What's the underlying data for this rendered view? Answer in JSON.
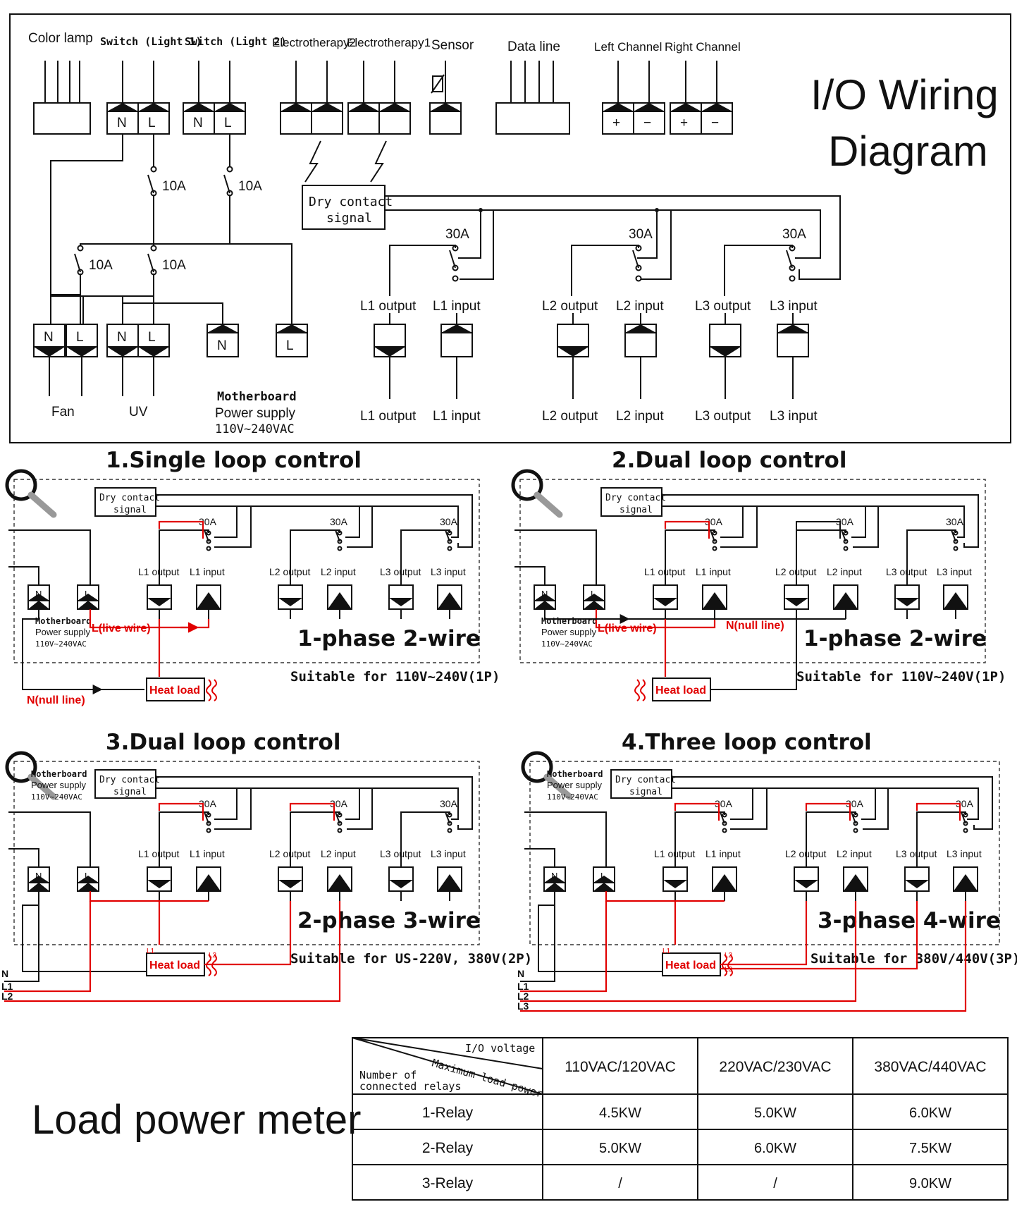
{
  "top": {
    "title_line1": "I/O Wiring",
    "title_line2": "Diagram",
    "labels": {
      "color_lamp": "Color lamp",
      "switch1": "Switch (Light 1)",
      "switch2": "Switch (Light 2)",
      "electro2": "Electrotherapy2",
      "electro1": "Electrotherapy1",
      "sensor": "Sensor",
      "data_line": "Data line",
      "left_channel": "Left Channel",
      "right_channel": "Right Channel",
      "dry_contact_1": "Dry contact",
      "dry_contact_2": "signal",
      "fan": "Fan",
      "uv": "UV",
      "mb1": "Motherboard",
      "mb2": "Power supply",
      "mb3": "110V~240VAC",
      "amp10": "10A",
      "amp30": "30A",
      "n": "N",
      "l": "L",
      "plus": "+",
      "minus": "−",
      "l1_output": "L1 output",
      "l1_input": "L1 input",
      "l2_output": "L2 output",
      "l2_input": "L2 input",
      "l3_output": "L3 output",
      "l3_input": "L3 input"
    }
  },
  "panels": [
    {
      "title": "1.Single loop control",
      "phase": "1-phase 2-wire",
      "suitable": "Suitable for 110V~240V(1P)"
    },
    {
      "title": "2.Dual loop control",
      "phase": "1-phase 2-wire",
      "suitable": "Suitable for 110V~240V(1P)"
    },
    {
      "title": "3.Dual loop control",
      "phase": "2-phase 3-wire",
      "suitable": "Suitable for US-220V, 380V(2P)"
    },
    {
      "title": "4.Three loop control",
      "phase": "3-phase 4-wire",
      "suitable": "Suitable for 380V/440V(3P)"
    }
  ],
  "panel_labels": {
    "live_wire": "L(live wire)",
    "null_line": "N(null line)",
    "heat_load": "Heat load",
    "dry1": "Dry contact",
    "dry2": "signal",
    "mb1": "Motherboard",
    "mb2": "Power supply",
    "mb3": "110V~240VAC",
    "amp30": "30A",
    "n": "N",
    "l": "L",
    "w_n": "N",
    "w_l1": "L1",
    "w_l2": "L2",
    "w_l3": "L3",
    "l1o": "L1 output",
    "l1i": "L1 input",
    "l2o": "L2 output",
    "l2i": "L2 input",
    "l3o": "L3 output",
    "l3i": "L3 input"
  },
  "load_meter": {
    "title": "Load power meter",
    "header_io": "I/O voltage",
    "header_max": "Maximum load power",
    "header_num1": "Number of",
    "header_num2": "connected relays",
    "columns": [
      "110VAC/120VAC",
      "220VAC/230VAC",
      "380VAC/440VAC"
    ],
    "rows": [
      {
        "label": "1-Relay",
        "values": [
          "4.5KW",
          "5.0KW",
          "6.0KW"
        ]
      },
      {
        "label": "2-Relay",
        "values": [
          "5.0KW",
          "6.0KW",
          "7.5KW"
        ]
      },
      {
        "label": "3-Relay",
        "values": [
          "/",
          "/",
          "9.0KW"
        ]
      }
    ]
  }
}
